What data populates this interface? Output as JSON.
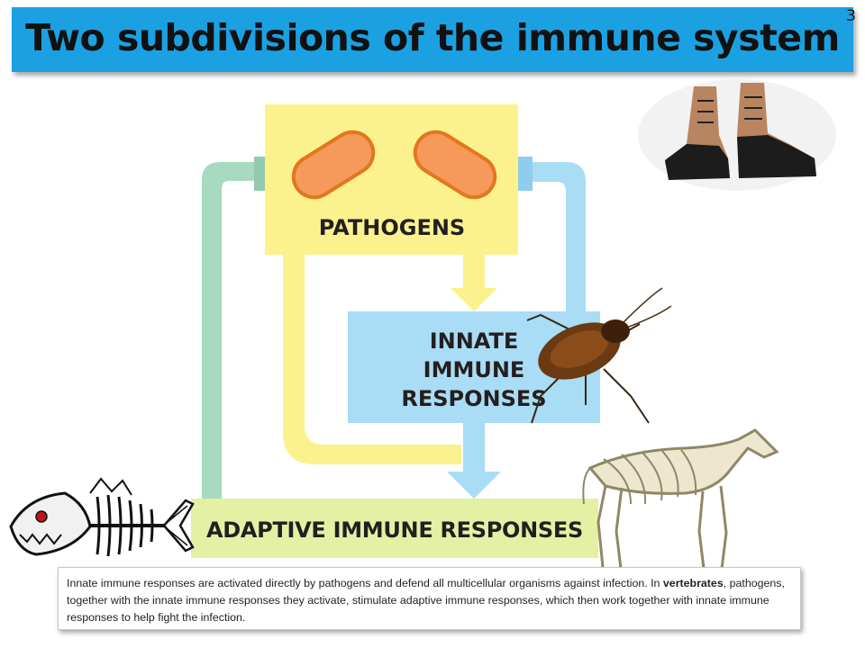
{
  "slide": {
    "title": "Two subdivisions of the immune system",
    "number": "3"
  },
  "diagram": {
    "pathogens_label": "PATHOGENS",
    "innate_label_line1": "INNATE",
    "innate_label_line2": "IMMUNE",
    "innate_label_line3": "RESPONSES",
    "adaptive_label": "ADAPTIVE IMMUNE RESPONSES"
  },
  "caption": {
    "part1": "Innate immune responses are activated directly by pathogens and defend all multicellular organisms against infection.  In ",
    "bold_term": "vertebrates",
    "part2": ", pathogens, together with the innate immune responses they activate, stimulate adaptive immune responses, which then work together with innate immune responses to help fight the infection."
  },
  "colors": {
    "title_bg": "#1ba1e2",
    "pathogens_box": "#fbf28d",
    "innate_box": "#a9dcf5",
    "adaptive_box": "#e4f0a4",
    "pathogen_cell": "#f59a5a",
    "green_arrow": "#a8d9c1"
  },
  "decorations": {
    "boots": "boots-picture",
    "cockroach": "cockroach-picture",
    "fish_skeleton": "fish-skeleton-picture",
    "horse_skeleton": "horse-skeleton-picture"
  }
}
